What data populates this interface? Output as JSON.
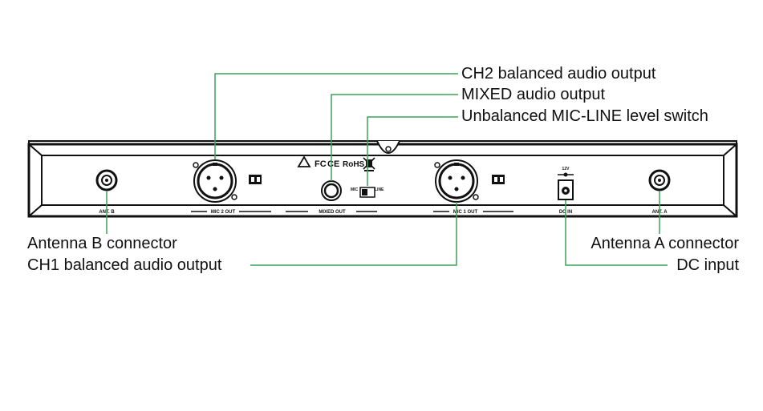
{
  "callouts": {
    "ch2_output": "CH2 balanced audio output",
    "mixed_output": "MIXED audio output",
    "mic_line_switch": "Unbalanced MIC-LINE level switch",
    "antenna_b": "Antenna B connector",
    "ch1_output": "CH1 balanced audio output",
    "antenna_a": "Antenna A connector",
    "dc_input": "DC input"
  },
  "panel": {
    "ant_b": "ANT. B",
    "mic2_out": "MIC 2 OUT",
    "mixed_out": "MIXED OUT",
    "mic1_out": "MIC 1 OUT",
    "dc_in": "DC IN",
    "ant_a": "ANT. A",
    "voltage": "12V",
    "switch_mic": "MIC",
    "switch_line": "LINE",
    "cert_fc": "FC",
    "cert_ce": "CE",
    "cert_rohs": "RoHS"
  },
  "colors": {
    "leader_line": "#3aa35a",
    "outline": "#111111"
  }
}
